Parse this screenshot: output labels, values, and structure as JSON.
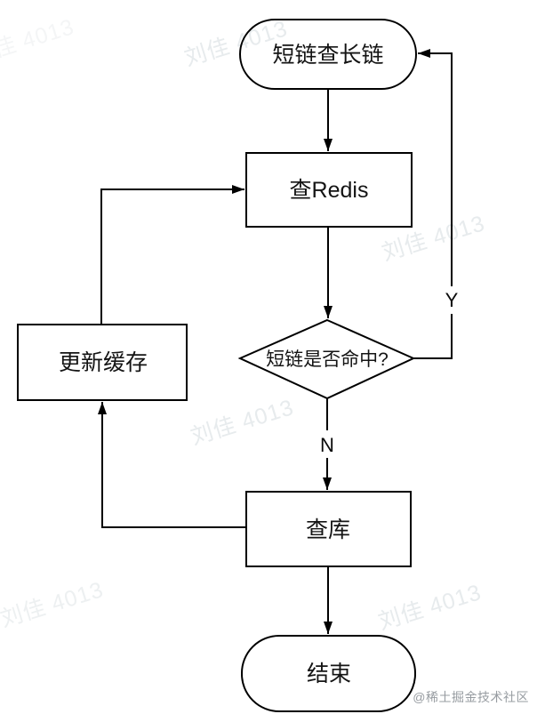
{
  "flowchart": {
    "nodes": {
      "start": {
        "label": "短链查长链",
        "shape": "terminator"
      },
      "query_redis": {
        "label": "查Redis",
        "shape": "process"
      },
      "hit_check": {
        "label": "短链是否命中?",
        "shape": "decision"
      },
      "update_cache": {
        "label": "更新缓存",
        "shape": "process"
      },
      "query_db": {
        "label": "查库",
        "shape": "process"
      },
      "end": {
        "label": "结束",
        "shape": "terminator"
      }
    },
    "edges": {
      "yes_label": "Y",
      "no_label": "N"
    },
    "stroke_color": "#000000"
  },
  "watermark": {
    "text": "刘佳 4013",
    "color": "#e7ebed"
  },
  "credit": {
    "label": "@稀土掘金技术社区",
    "color": "#979ca1"
  }
}
